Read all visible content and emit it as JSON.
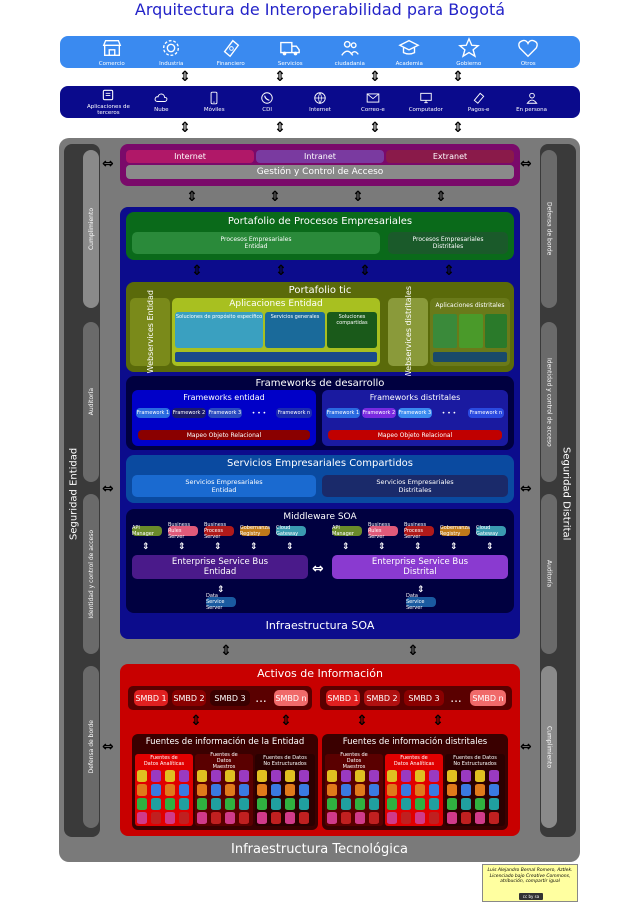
{
  "title": "Arquitectura de Interoperabilidad  para Bogotá",
  "sectors": [
    {
      "label": "Comercio",
      "icon": "store-icon"
    },
    {
      "label": "Industria",
      "icon": "gears-icon"
    },
    {
      "label": "Financiero",
      "icon": "banknote-icon"
    },
    {
      "label": "Servicios",
      "icon": "truck-icon"
    },
    {
      "label": "ciudadania",
      "icon": "people-icon"
    },
    {
      "label": "Academia",
      "icon": "graduation-cap-icon"
    },
    {
      "label": "Gobierno",
      "icon": "star-icon"
    },
    {
      "label": "Otros",
      "icon": "heart-icon"
    }
  ],
  "channels": [
    {
      "label": "Aplicaciones de terceros",
      "icon": "app-icon"
    },
    {
      "label": "Nube",
      "icon": "cloud-icon"
    },
    {
      "label": "Móviles",
      "icon": "mobile-icon"
    },
    {
      "label": "CDI",
      "icon": "phone-icon"
    },
    {
      "label": "Internet",
      "icon": "globe-icon"
    },
    {
      "label": "Correo-e",
      "icon": "mail-icon"
    },
    {
      "label": "Computador",
      "icon": "monitor-icon"
    },
    {
      "label": "Pagos-e",
      "icon": "card-icon"
    },
    {
      "label": "En persona",
      "icon": "person-icon"
    }
  ],
  "access": {
    "internet": "Internet",
    "intranet": "Intranet",
    "extranet": "Extranet",
    "control": "Gestión y Control de Acceso"
  },
  "left_column": {
    "title": "Seguridad Entidad",
    "segments": [
      "Cumplimiento",
      "Auditoría",
      "Identidad y control de acceso",
      "Defensa de borde"
    ]
  },
  "right_column": {
    "title": "Seguridad Distrital",
    "segments": [
      "Defensa de borde",
      "Identidad y control de acceso",
      "Auditoría",
      "Cumplimiento"
    ]
  },
  "procesos": {
    "title": "Portafolio de Procesos Empresariales",
    "entidad": "Procesos Empresariales Entidad",
    "distritales": "Procesos Empresariales Distritales"
  },
  "tic": {
    "title": "Portafolio tic",
    "ws_entidad": "Webservices Entidad",
    "apps_entidad": "Aplicaciones Entidad",
    "apps_sub": [
      "Soluciones de propósito específico",
      "Servicios generales",
      "Soluciones compartidas"
    ],
    "ws_distritales": "Webservices distritales",
    "apps_distritales": "Aplicaciones distritales"
  },
  "frameworks": {
    "title": "Frameworks de desarrollo",
    "entidad": "Frameworks entidad",
    "distritales": "Frameworks distritales",
    "items_e": [
      "Framework 1",
      "Framework 2",
      "Framework 3",
      "• • •",
      "Framework n"
    ],
    "items_d": [
      "Framework 1",
      "Framework 2",
      "Framework 3",
      "• • •",
      "Framework n"
    ],
    "mapeo_e": "Mapeo Objeto Relacional",
    "mapeo_d": "Mapeo Objeto Relacional"
  },
  "servicios": {
    "title": "Servicios Empresariales Compartidos",
    "entidad": "Servicios Empresariales Entidad",
    "distritales": "Servicios Empresariales Distritales"
  },
  "middleware": {
    "title": "Middleware SOA",
    "comps_e": [
      "API Manager",
      "Business Rules Server",
      "Business Process Server",
      "Gobernanza Registry",
      "Cloud Gateway"
    ],
    "comps_d": [
      "API Manager",
      "Business Rules Server",
      "Business Process Server",
      "Gobernanza Registry",
      "Cloud Gateway"
    ],
    "esb_e": "Enterprise Service Bus Entidad",
    "esb_d": "Enterprise Service Bus Distrital",
    "ds_e": "Data Service Server",
    "ds_d": "Data Service Server"
  },
  "infra_soa": "Infraestructura SOA",
  "activos": {
    "title": "Activos de Información",
    "smbd_e": [
      "SMBD 1",
      "SMBD 2",
      "SMBD 3",
      "...",
      "SMBD n"
    ],
    "smbd_d": [
      "SMBD 1",
      "SMBD 2",
      "SMBD 3",
      "...",
      "SMBD n"
    ],
    "fuentes_e": "Fuentes de información de la Entidad",
    "fuentes_d": "Fuentes de información distritales",
    "cats_e": [
      "Fuentes de Datos Analíticas",
      "Fuentes de Datos Maestros",
      "Fuentes de Datos No Estructurados"
    ],
    "cats_d": [
      "Fuentes de Datos Maestros",
      "Fuentes de Datos Analíticas",
      "Fuentes de Datos No Estructurados"
    ]
  },
  "infra_tec": "Infraestructura Tecnológica",
  "credit": "Luis Alejandro Bernal Romero, Aztlek. Licenciado bajo Creative Commons, atribución, compartir igual",
  "cc_badge": "cc by sa",
  "colors": {
    "sectors_band": "#3a8af0",
    "channels_band": "#0a0a8c",
    "access_box": "#7a0a6a",
    "soa_box": "#0c0c8c",
    "activos_box": "#c80000",
    "infra_bg": "#7a7a7a"
  }
}
